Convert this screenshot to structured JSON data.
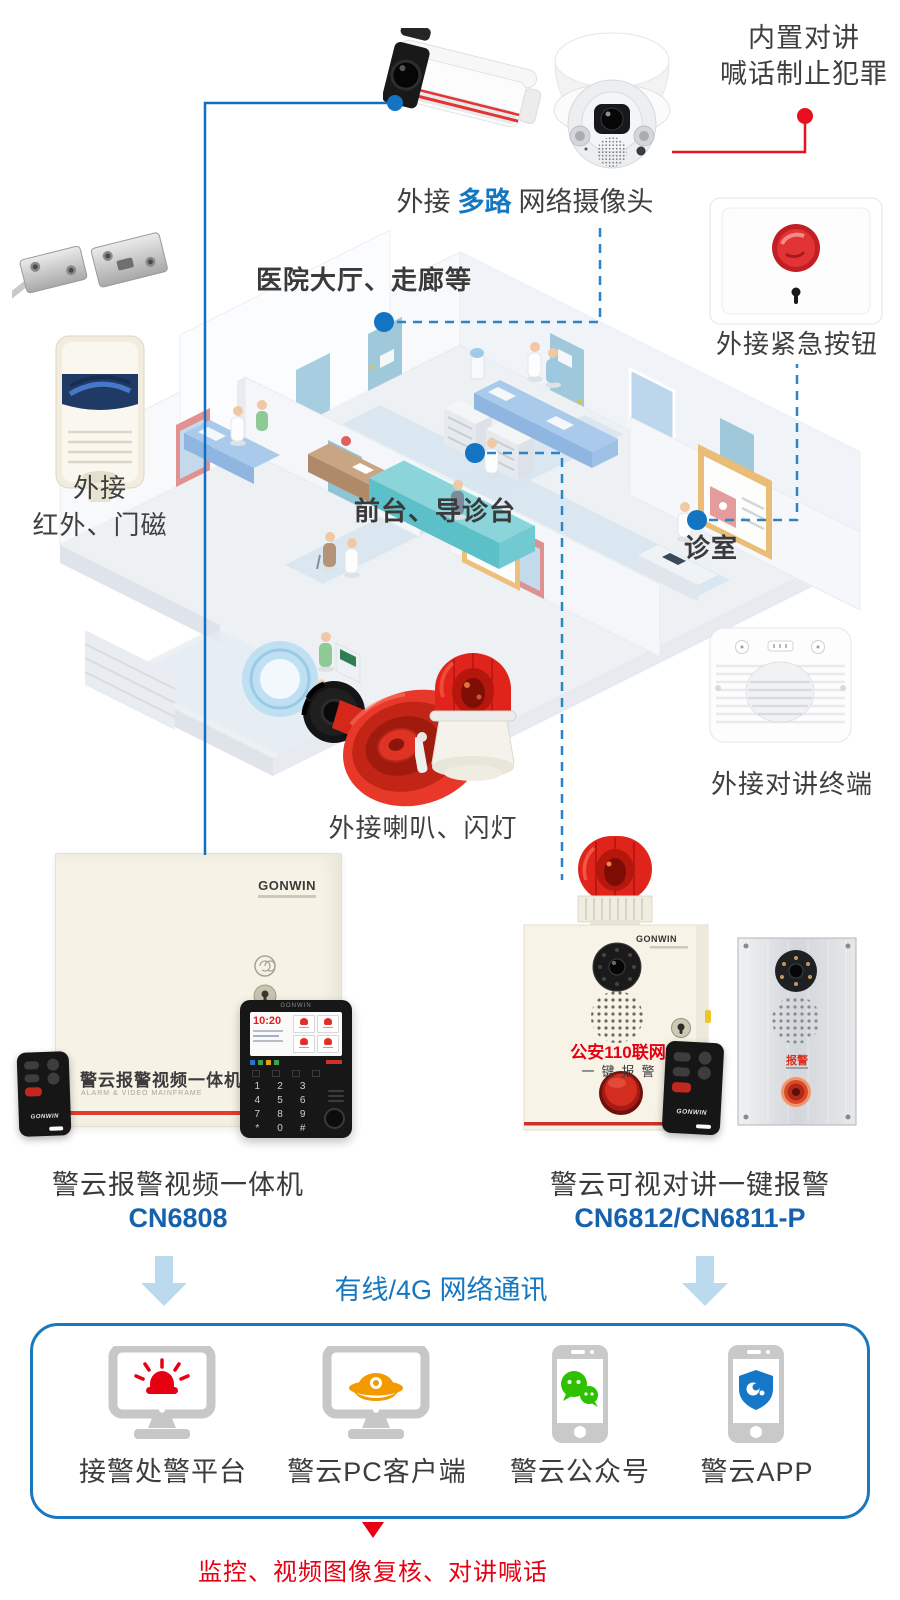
{
  "brand": "GONWIN",
  "top": {
    "builtin_note": [
      "内置对讲",
      "喊话制止犯罪"
    ],
    "camera_label": {
      "prefix": "外接",
      "highlight": "多路",
      "suffix": "网络摄像头"
    }
  },
  "floorplan": {
    "hall_label": "医院大厅、走廊等",
    "reception_label": "前台、导诊台",
    "clinic_label": "诊室"
  },
  "peripherals": {
    "sensor_label_line1": "外接",
    "sensor_label_line2": "红外、门磁",
    "emergency_button_label": "外接紧急按钮",
    "horn_strobe_label": "外接喇叭、闪灯",
    "intercom_label": "外接对讲终端"
  },
  "main_unit": {
    "cabinet_title": "警云报警视频一体机",
    "cabinet_subtitle": "ALARM & VIDEO MAINFRAME",
    "screen_time": "10:20",
    "keypad_keys": [
      "1",
      "2",
      "3",
      "4",
      "5",
      "6",
      "7",
      "8",
      "9",
      "*",
      "0",
      "#"
    ],
    "name": "警云报警视频一体机",
    "model": "CN6808"
  },
  "onekey_unit": {
    "line1": "公安110联网",
    "line2": "一键报警",
    "panel_button_label": "报警",
    "name": "警云可视对讲一键报警",
    "model": "CN6812/CN6811-P"
  },
  "network_label": "有线/4G 网络通讯",
  "platforms": [
    {
      "label": "接警处警平台",
      "icon": "monitor-alarm-icon"
    },
    {
      "label": "警云PC客户端",
      "icon": "monitor-police-icon"
    },
    {
      "label": "警云公众号",
      "icon": "phone-wechat-icon"
    },
    {
      "label": "警云APP",
      "icon": "phone-shield-icon"
    }
  ],
  "footer_caption": "监控、视频图像复核、对讲喊话",
  "colors": {
    "accent_blue": "#1577c0",
    "model_blue": "#1661ac",
    "alert_red": "#e60012",
    "arrow_blue": "#bcdaed",
    "dash_blue": "#2d85c9",
    "line_blue": "#1070bf"
  }
}
